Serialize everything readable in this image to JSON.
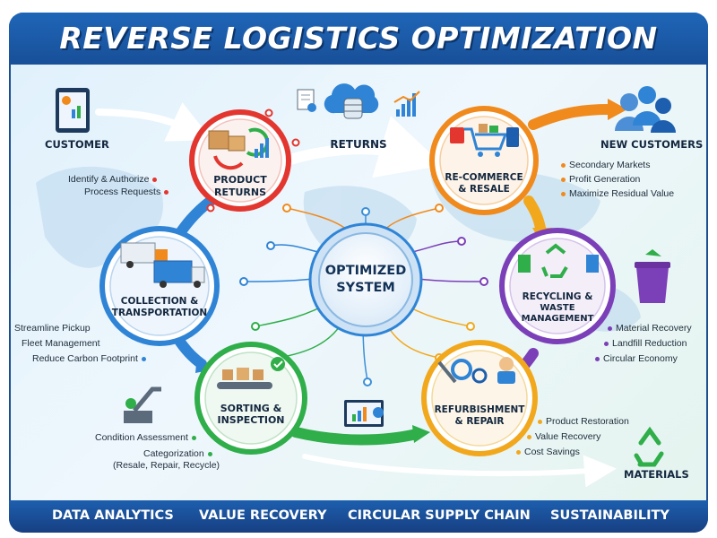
{
  "title": "REVERSE LOGISTICS OPTIMIZATION",
  "center": {
    "line1": "OPTIMIZED",
    "line2": "SYSTEM"
  },
  "stages": [
    {
      "id": "returns",
      "line1": "PRODUCT",
      "line2": "RETURNS",
      "color": "#e2362f"
    },
    {
      "id": "collection",
      "line1": "COLLECTION &",
      "line2": "TRANSPORTATION",
      "color": "#2f84d6"
    },
    {
      "id": "sorting",
      "line1": "SORTING &",
      "line2": "INSPECTION",
      "color": "#2fae4a"
    },
    {
      "id": "refurb",
      "line1": "REFURBISHMENT",
      "line2": "& REPAIR",
      "color": "#f2a81d"
    },
    {
      "id": "recycling",
      "line1": "RECYCLING &",
      "line2": "WASTE",
      "line3": "MANAGEMENT",
      "color": "#7b3fb8"
    },
    {
      "id": "recommerce",
      "line1": "RE-COMMERCE",
      "line2": "& RESALE",
      "color": "#f08a1c"
    }
  ],
  "flow_label": "RETURNS",
  "actors": {
    "customer": "CUSTOMER",
    "new_customers": "NEW CUSTOMERS",
    "materials": "MATERIALS"
  },
  "details": {
    "returns": [
      "Identify & Authorize",
      "Process Requests"
    ],
    "collection": [
      "Streamline Pickup",
      "Fleet Management",
      "Reduce Carbon Footprint"
    ],
    "sorting": [
      "Condition Assessment",
      "Categorization",
      "(Resale, Repair, Recycle)"
    ],
    "refurb": [
      "Product Restoration",
      "Value Recovery",
      "Cost Savings"
    ],
    "recycling": [
      "Material Recovery",
      "Landfill Reduction",
      "Circular Economy"
    ],
    "recommerce": [
      "Secondary Markets",
      "Profit Generation",
      "Maximize Residual Value"
    ]
  },
  "footer": [
    "DATA ANALYTICS",
    "VALUE RECOVERY",
    "CIRCULAR SUPPLY CHAIN",
    "SUSTAINABILITY"
  ],
  "icons": {
    "top": [
      "document-check-icon",
      "cloud-database-icon",
      "bar-chart-icon"
    ],
    "returns": "boxes-cycle-icon",
    "collection": "trucks-icon",
    "sorting": "conveyor-belt-icon",
    "refurb": "gears-tools-icon",
    "recycling": "recycle-bins-icon",
    "recommerce": "shopping-cart-icon",
    "customer": "tablet-icon",
    "new_customers": "people-icon",
    "materials": "recycle-icon",
    "trash": "trash-bin-icon",
    "inspection": "inspection-device-icon",
    "analytics": "analytics-monitor-icon"
  }
}
